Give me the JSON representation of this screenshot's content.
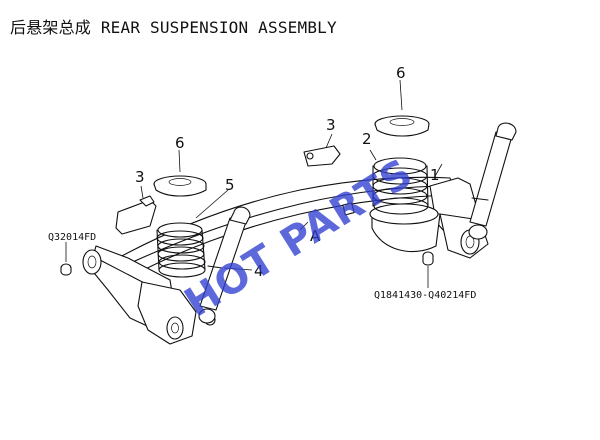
{
  "title": "后悬架总成 REAR SUSPENSION ASSEMBLY",
  "callouts": {
    "c1": "1",
    "c2": "2",
    "c3a": "3",
    "c3b": "3",
    "c4": "4",
    "c5": "5",
    "c6a": "6",
    "c6b": "6",
    "cA": "A"
  },
  "part_numbers": {
    "left_bushing": "Q32014FD",
    "right_bolt": "Q1841430-Q40214FD"
  },
  "watermark": "HOT PARTS",
  "colors": {
    "line": "#111111",
    "watermark": "#2f3fd0",
    "background": "#ffffff"
  }
}
